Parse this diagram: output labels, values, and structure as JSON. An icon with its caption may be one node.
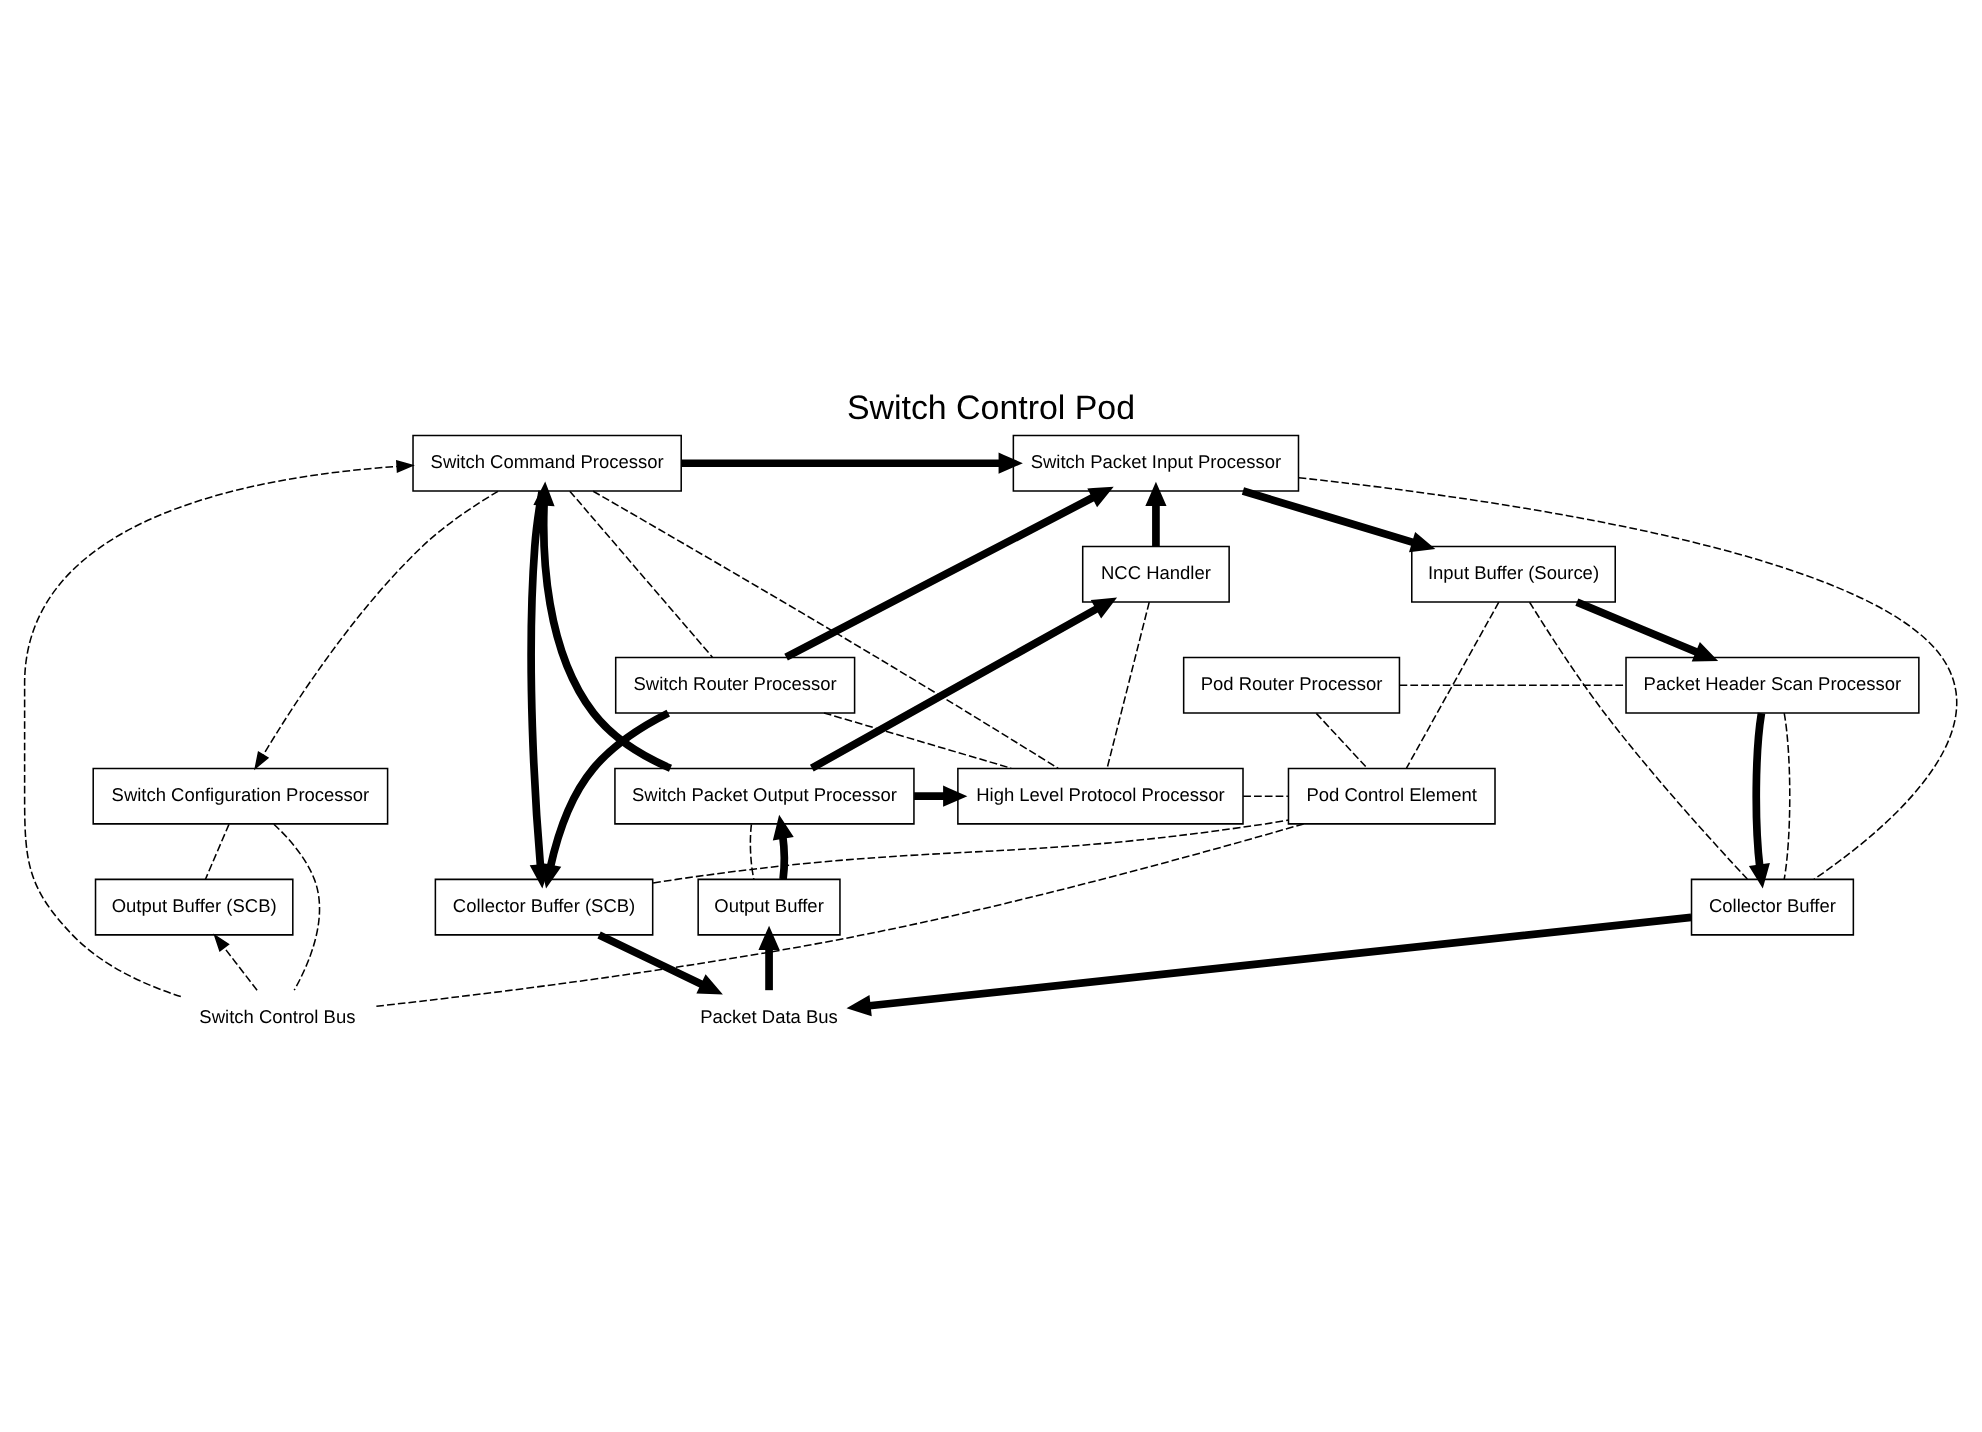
{
  "diagram": {
    "title": "Switch Control Pod",
    "nodes": [
      {
        "text": [
          "Switch Command Processor"
        ]
      },
      {
        "text": [
          "Switch Packet Input Processor"
        ]
      },
      {
        "text": [
          "NCC Handler"
        ]
      },
      {
        "text": [
          "Input Buffer (Source)"
        ]
      },
      {
        "text": [
          "Switch Router Processor"
        ]
      },
      {
        "text": [
          "Pod Router Processor"
        ]
      },
      {
        "text": [
          "Packet Header Scan Processor"
        ]
      },
      {
        "text": [
          "Switch Configuration Processor"
        ]
      },
      {
        "text": [
          "Switch Packet Output Processor"
        ]
      },
      {
        "text": [
          "High Level Protocol Processor"
        ]
      },
      {
        "text": [
          "Pod Control Element"
        ]
      },
      {
        "text": [
          "Output Buffer (SCB)"
        ]
      },
      {
        "text": [
          "Collector Buffer (SCB)"
        ]
      },
      {
        "text": [
          "Output Buffer"
        ]
      },
      {
        "text": [
          "Collector Buffer"
        ]
      },
      {
        "text": [
          "Switch Control Bus"
        ]
      },
      {
        "text": [
          "Packet Data Bus"
        ]
      }
    ],
    "edges": [
      {
        "from": 0,
        "to": 1,
        "arrow": "to",
        "style": "thick"
      },
      {
        "from": 0,
        "to": 7,
        "arrow": "to",
        "style": "dashed"
      },
      {
        "from": 15,
        "to": 0,
        "arrow": "to",
        "style": "dashed"
      },
      {
        "from": 15,
        "to": 11,
        "arrow": "to",
        "style": "dashed"
      },
      {
        "from": 8,
        "to": 0,
        "arrow": "to",
        "style": "thick"
      },
      {
        "from": 8,
        "to": 2,
        "arrow": "to",
        "style": "thick"
      },
      {
        "from": 8,
        "to": 9,
        "arrow": "to",
        "style": "thick"
      },
      {
        "from": 13,
        "to": 8,
        "arrow": "to",
        "style": "thick"
      },
      {
        "from": 16,
        "to": 13,
        "arrow": "to",
        "style": "thick"
      },
      {
        "from": 2,
        "to": 1,
        "arrow": "to",
        "style": "thick"
      },
      {
        "from": 4,
        "to": 1,
        "arrow": "to",
        "style": "thick"
      },
      {
        "from": 0,
        "to": 12,
        "arrow": "to",
        "style": "thick"
      },
      {
        "from": 4,
        "to": 12,
        "arrow": "to",
        "style": "thick"
      },
      {
        "from": 12,
        "to": 16,
        "arrow": "to",
        "style": "thick"
      },
      {
        "from": 1,
        "to": 3,
        "arrow": "to",
        "style": "thick"
      },
      {
        "from": 3,
        "to": 6,
        "arrow": "to",
        "style": "thick"
      },
      {
        "from": 6,
        "to": 14,
        "arrow": "to",
        "style": "thick"
      },
      {
        "from": 14,
        "to": 16,
        "arrow": "to",
        "style": "thick"
      },
      {
        "from": 0,
        "to": 4,
        "arrow": "none",
        "style": "dashed"
      },
      {
        "from": 0,
        "to": 9,
        "arrow": "none",
        "style": "dashed"
      },
      {
        "from": 2,
        "to": 9,
        "arrow": "none",
        "style": "dashed"
      },
      {
        "from": 4,
        "to": 9,
        "arrow": "none",
        "style": "dashed"
      },
      {
        "from": 9,
        "to": 10,
        "arrow": "none",
        "style": "dashed"
      },
      {
        "from": 3,
        "to": 10,
        "arrow": "none",
        "style": "dashed"
      },
      {
        "from": 5,
        "to": 6,
        "arrow": "none",
        "style": "dashed"
      },
      {
        "from": 5,
        "to": 10,
        "arrow": "none",
        "style": "dashed"
      },
      {
        "from": 1,
        "to": 14,
        "arrow": "none",
        "style": "dashed"
      },
      {
        "from": 3,
        "to": 14,
        "arrow": "none",
        "style": "dashed"
      },
      {
        "from": 6,
        "to": 14,
        "arrow": "none",
        "style": "dashed"
      },
      {
        "from": 7,
        "to": 11,
        "arrow": "none",
        "style": "dashed"
      },
      {
        "from": 8,
        "to": 13,
        "arrow": "none",
        "style": "dashed"
      },
      {
        "from": 12,
        "to": 10,
        "arrow": "none",
        "style": "dashed"
      },
      {
        "from": 7,
        "to": 15,
        "arrow": "none",
        "style": "dashed"
      },
      {
        "from": 10,
        "to": 15,
        "arrow": "none",
        "style": "dashed"
      }
    ]
  }
}
